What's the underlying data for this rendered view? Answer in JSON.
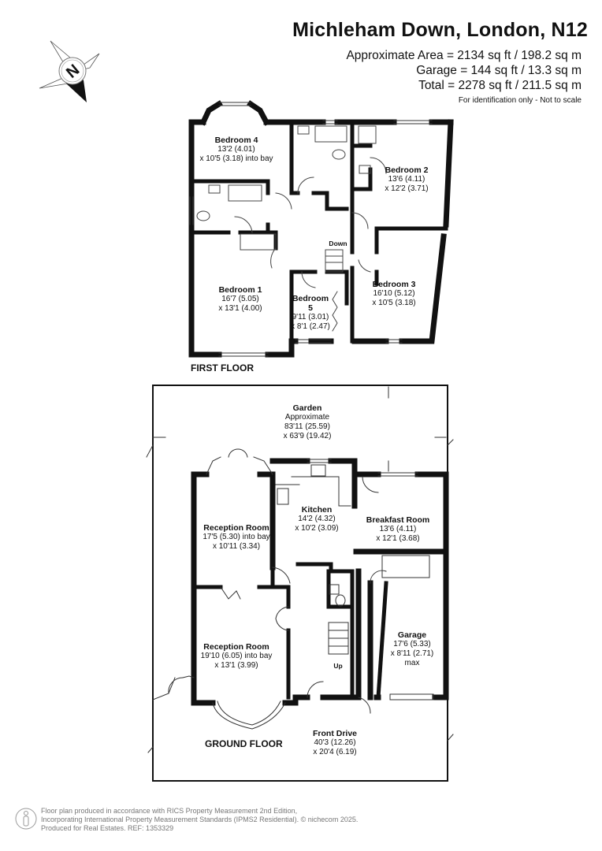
{
  "header": {
    "title": "Michleham Down, London, N12",
    "area_lines": [
      "Approximate Area = 2134 sq ft / 198.2 sq m",
      "Garage = 144 sq ft / 13.3 sq m",
      "Total = 2278 sq ft / 211.5 sq m"
    ],
    "disclaimer": "For identification only - Not to scale"
  },
  "compass": {
    "label": "N"
  },
  "first_floor": {
    "label": "FIRST FLOOR",
    "stairs_label": "Down",
    "rooms": [
      {
        "name": "Bedroom 4",
        "dim1": "13'2 (4.01)",
        "dim2": "x 10'5 (3.18) into bay"
      },
      {
        "name": "Bedroom 2",
        "dim1": "13'6 (4.11)",
        "dim2": "x 12'2 (3.71)"
      },
      {
        "name": "Bedroom 1",
        "dim1": "16'7 (5.05)",
        "dim2": "x 13'1 (4.00)"
      },
      {
        "name": "Bedroom",
        "name2": "5",
        "dim1": "9'11 (3.01)",
        "dim2": "x 8'1 (2.47)"
      },
      {
        "name": "Bedroom 3",
        "dim1": "16'10 (5.12)",
        "dim2": "x 10'5 (3.18)"
      }
    ]
  },
  "ground_floor": {
    "label": "GROUND FLOOR",
    "stairs_label": "Up",
    "rooms": [
      {
        "name": "Garden",
        "line1": "Approximate",
        "dim1": "83'11 (25.59)",
        "dim2": "x 63'9 (19.42)"
      },
      {
        "name": "Kitchen",
        "dim1": "14'2 (4.32)",
        "dim2": "x 10'2 (3.09)"
      },
      {
        "name": "Breakfast Room",
        "dim1": "13'6 (4.11)",
        "dim2": "x 12'1 (3.68)"
      },
      {
        "name": "Reception Room",
        "dim1": "17'5 (5.30) into bay",
        "dim2": "x 10'11 (3.34)"
      },
      {
        "name": "Reception Room",
        "dim1": "19'10 (6.05) into bay",
        "dim2": "x 13'1 (3.99)"
      },
      {
        "name": "Garage",
        "dim1": "17'6 (5.33)",
        "dim2": "x 8'11 (2.71)",
        "dim3": "max"
      },
      {
        "name": "Front Drive",
        "dim1": "40'3 (12.26)",
        "dim2": "x 20'4 (6.19)"
      }
    ]
  },
  "footer": {
    "lines": [
      "Floor plan produced in accordance with RICS Property Measurement 2nd Edition,",
      "Incorporating International Property Measurement Standards (IPMS2 Residential).   © nichecom 2025.",
      "Produced for Real Estates.    REF: 1353329"
    ]
  }
}
